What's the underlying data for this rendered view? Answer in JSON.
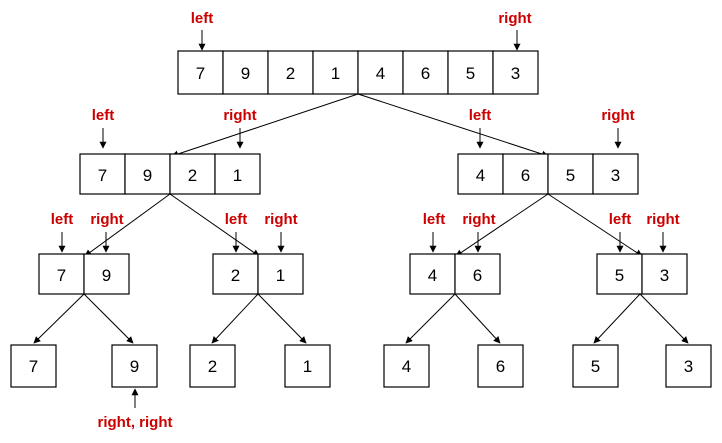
{
  "colors": {
    "pointer_label": "#cc0000",
    "cell_border": "#000000",
    "background": "#ffffff"
  },
  "level0": {
    "cells": [
      "7",
      "9",
      "2",
      "1",
      "4",
      "6",
      "5",
      "3"
    ],
    "left_label": "left",
    "right_label": "right"
  },
  "level1": {
    "left_node": {
      "cells": [
        "7",
        "9",
        "2",
        "1"
      ],
      "left_label": "left",
      "right_label": "right"
    },
    "right_node": {
      "cells": [
        "4",
        "6",
        "5",
        "3"
      ],
      "left_label": "left",
      "right_label": "right"
    }
  },
  "level2": {
    "node_a": {
      "cells": [
        "7",
        "9"
      ],
      "left_label": "left",
      "right_label": "right"
    },
    "node_b": {
      "cells": [
        "2",
        "1"
      ],
      "left_label": "left",
      "right_label": "right"
    },
    "node_c": {
      "cells": [
        "4",
        "6"
      ],
      "left_label": "left",
      "right_label": "right"
    },
    "node_d": {
      "cells": [
        "5",
        "3"
      ],
      "left_label": "left",
      "right_label": "right"
    }
  },
  "level3": {
    "leaves": [
      "7",
      "9",
      "2",
      "1",
      "4",
      "6",
      "5",
      "3"
    ],
    "bottom_label": "right, right"
  }
}
